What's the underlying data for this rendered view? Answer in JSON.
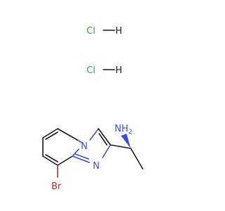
{
  "diagram": {
    "salts": [
      {
        "cl": "Cl",
        "h": "H"
      },
      {
        "cl": "Cl",
        "h": "H"
      }
    ],
    "atoms": {
      "amine": "NH",
      "amine_sub": "2",
      "bridge_n": "N",
      "ring_n": "N",
      "bromine": "Br"
    },
    "colors": {
      "bond": "#1a1a1a",
      "nitrogen": "#3b4fd8",
      "bromine": "#a5322a",
      "chlorine": "#2e9c3f"
    }
  }
}
